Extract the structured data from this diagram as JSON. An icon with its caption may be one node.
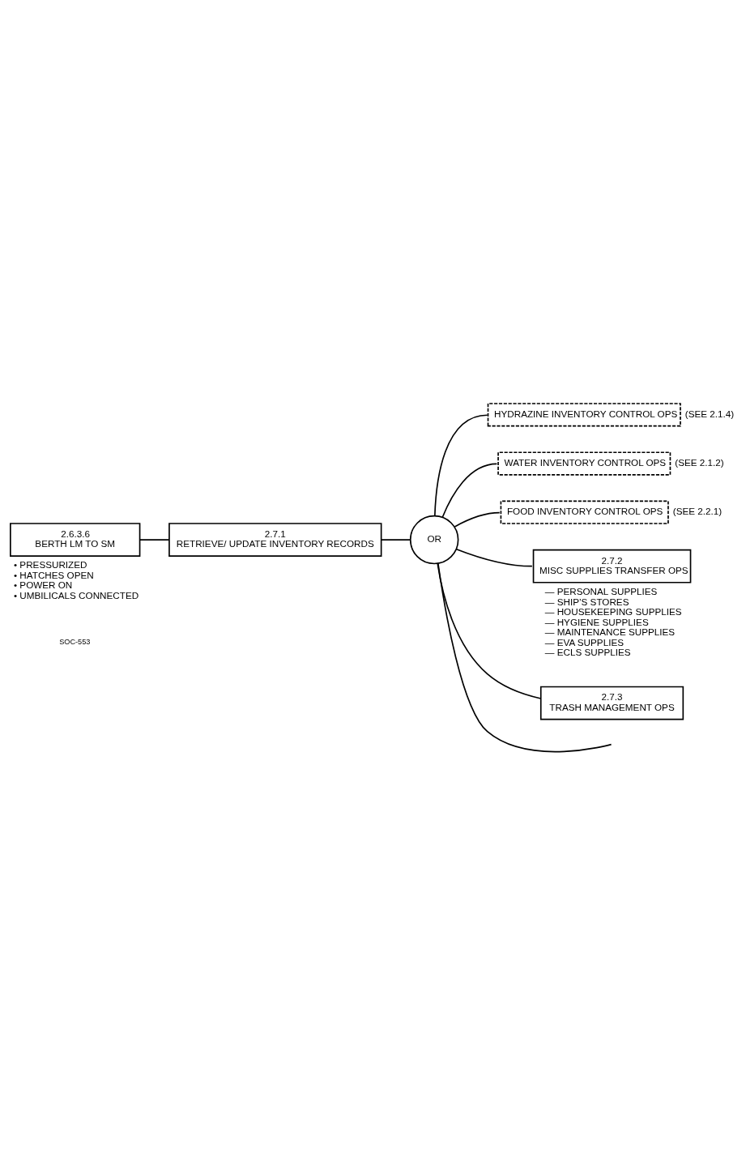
{
  "diagram": {
    "nodes": [
      {
        "text": [
          "2.6.3.6",
          "BERTH LM TO SM"
        ],
        "beside": [
          "• PRESSURIZED",
          "• HATCHES OPEN",
          "• POWER ON",
          "• UMBILICALS CONNECTED"
        ]
      },
      {
        "text": [
          "2.7.1",
          "RETRIEVE/ UPDATE INVENTORY RECORDS"
        ]
      },
      {
        "text": [
          "OR"
        ]
      },
      {
        "text": [
          "HYDRAZINE INVENTORY CONTROL OPS"
        ],
        "beside": [
          "(SEE 2.1.4)"
        ]
      },
      {
        "text": [
          "WATER INVENTORY CONTROL OPS"
        ],
        "beside": [
          "(SEE 2.1.2)"
        ]
      },
      {
        "text": [
          "FOOD INVENTORY CONTROL OPS"
        ],
        "beside": [
          "(SEE 2.2.1)"
        ]
      },
      {
        "text": [
          "2.7.2",
          "MISC SUPPLIES TRANSFER OPS"
        ],
        "beside": [
          "— PERSONAL SUPPLIES",
          "— SHIP’S STORES",
          "— HOUSEKEEPING SUPPLIES",
          "— HYGIENE SUPPLIES",
          "— MAINTENANCE SUPPLIES",
          "— EVA SUPPLIES",
          "— ECLS SUPPLIES"
        ]
      },
      {
        "text": [
          "2.7.3",
          "TRASH MANAGEMENT OPS"
        ]
      }
    ],
    "edges": [
      {
        "from": 0,
        "to": 1,
        "arrow": "none"
      },
      {
        "from": 1,
        "to": 2,
        "arrow": "none"
      },
      {
        "from": 2,
        "to": 3,
        "arrow": "none"
      },
      {
        "from": 2,
        "to": 4,
        "arrow": "none"
      },
      {
        "from": 2,
        "to": 5,
        "arrow": "none"
      },
      {
        "from": 2,
        "to": 6,
        "arrow": "none"
      },
      {
        "from": 2,
        "to": 7,
        "arrow": "none"
      },
      {
        "from": 2,
        "to": null,
        "arrow": "none"
      }
    ],
    "labels": [
      "SOC-553"
    ]
  }
}
